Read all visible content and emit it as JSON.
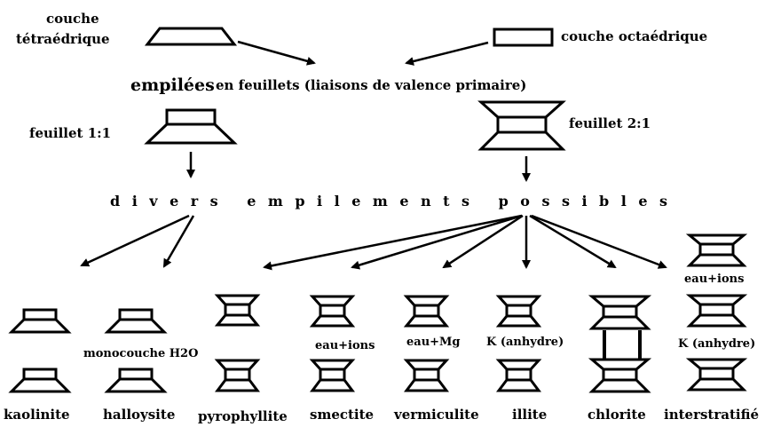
{
  "labels": {
    "couche": "couche",
    "tetraedrique": "tétraédrique",
    "couche_octaedrique": "couche octaédrique",
    "empilees": "empilées",
    "en_feuillets": "en feuillets (liaisons de valence primaire)",
    "feuillet_11": "feuillet 1:1",
    "feuillet_21": "feuillet 2:1",
    "divers": "divers empilements possibles",
    "monocouche": "monocouche H2O",
    "eau_ions_smectite": "eau+ions",
    "eau_mg": "eau+Mg",
    "k_anhydre_illite": "K (anhydre)",
    "eau_ions_inter": "eau+ions",
    "k_anhydre_inter": "K (anhydre)"
  },
  "minerals": [
    "kaolinite",
    "halloysite",
    "pyrophyllite",
    "smectite",
    "vermiculite",
    "illite",
    "chlorite",
    "interstratifié"
  ]
}
